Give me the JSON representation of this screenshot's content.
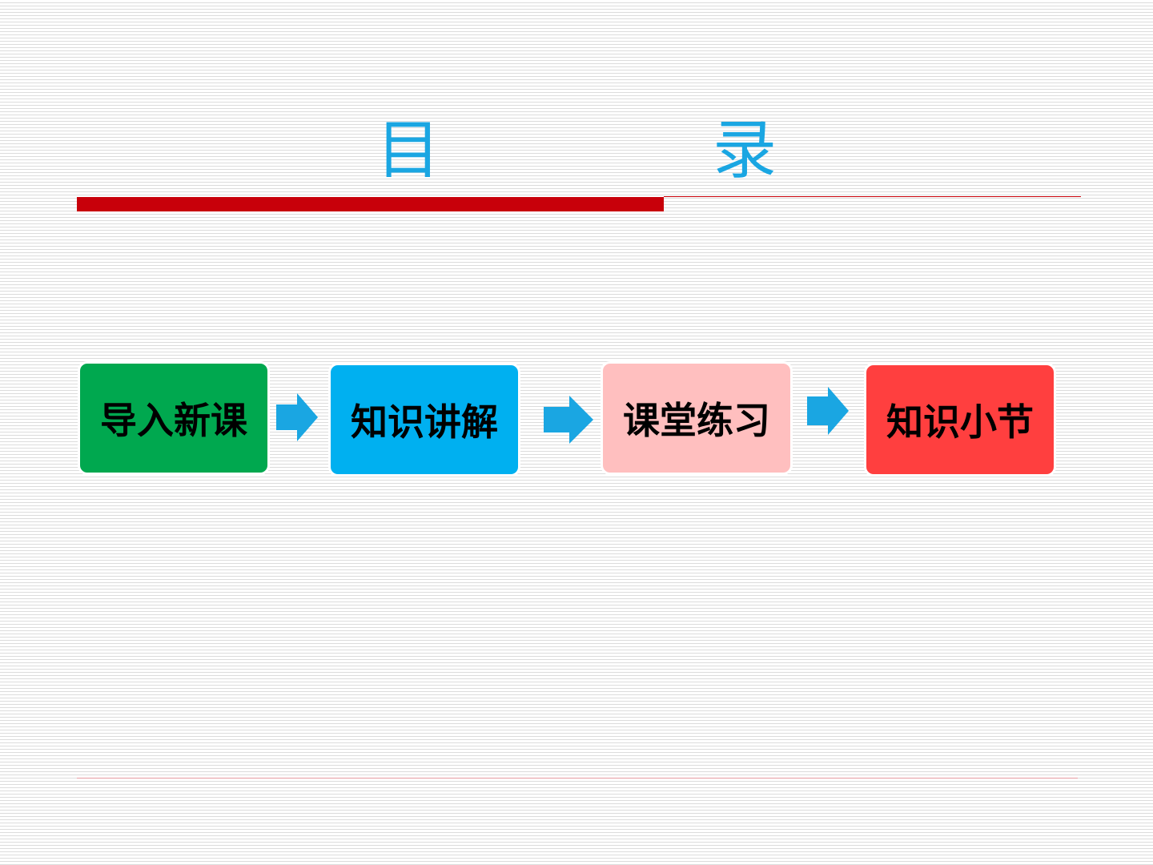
{
  "title": "目　　录",
  "colors": {
    "title": "#1aa6e2",
    "accent_rule": "#c8000a",
    "arrow": "#1aa6e2"
  },
  "steps": [
    {
      "label": "导入新课",
      "color": "#00a84f"
    },
    {
      "label": "知识讲解",
      "color": "#00b0f0"
    },
    {
      "label": "课堂练习",
      "color": "#ffbfbf"
    },
    {
      "label": "知识小节",
      "color": "#ff3f3f"
    }
  ],
  "arrows": [
    {
      "icon": "right-arrow-icon"
    },
    {
      "icon": "right-arrow-icon"
    },
    {
      "icon": "right-arrow-icon"
    }
  ]
}
